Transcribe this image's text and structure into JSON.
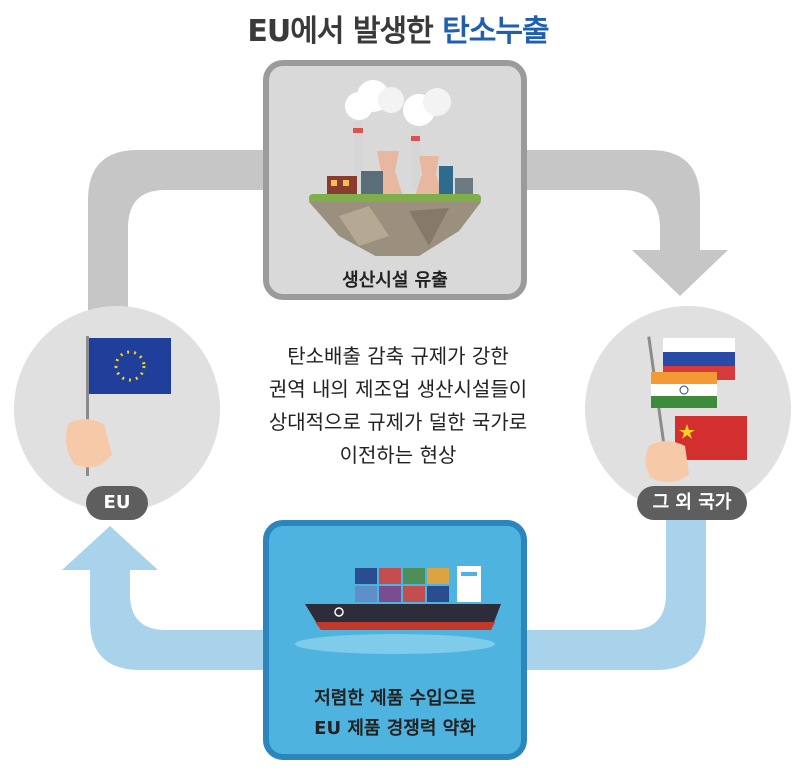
{
  "title": {
    "main": "EU에서 발생한 ",
    "accent": "탄소누출"
  },
  "top_box": {
    "label": "생산시설 유출",
    "icon": "factory-island-icon"
  },
  "bottom_box": {
    "line1": "저렴한 제품 수입으로",
    "line2": "EU 제품 경쟁력 약화",
    "icon": "cargo-ship-icon"
  },
  "eu_node": {
    "label": "EU",
    "icon": "eu-flag-icon"
  },
  "other_node": {
    "label": "그 외 국가",
    "icon": "russia-india-china-flags-icon"
  },
  "description": {
    "line1": "탄소배출 감축 규제가 강한",
    "line2": "권역 내의 제조업 생산시설들이",
    "line3": "상대적으로 규제가 덜한 국가로",
    "line4": "이전하는 현상"
  },
  "colors": {
    "accent": "#1f5fae",
    "grey_arrow": "#c6c6c6",
    "blue_arrow": "#a9d3ea",
    "blue_box": "#4fb3df"
  }
}
